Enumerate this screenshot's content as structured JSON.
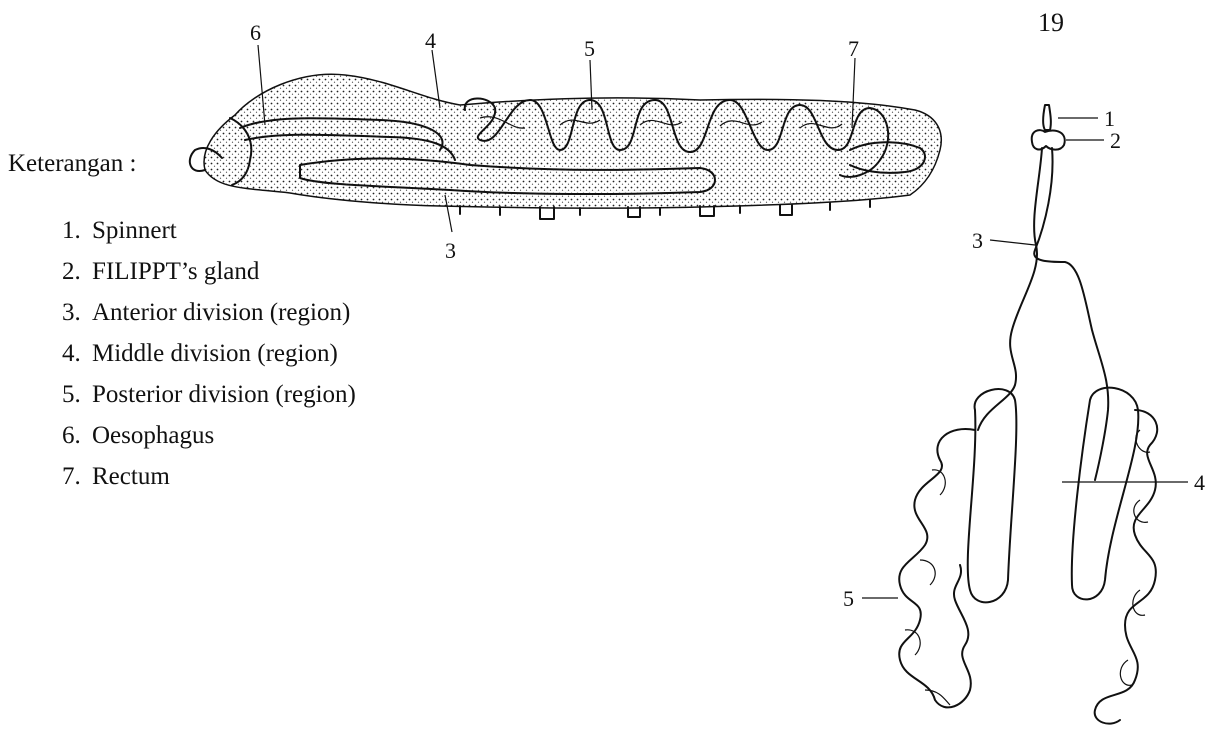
{
  "page_number": "19",
  "legend": {
    "title": "Keterangan :",
    "items": [
      {
        "num": "1.",
        "text": "Spinnert"
      },
      {
        "num": "2.",
        "text": "FILIPPT’s gland"
      },
      {
        "num": "3.",
        "text": "Anterior division (region)"
      },
      {
        "num": "4.",
        "text": "Middle division (region)"
      },
      {
        "num": "5.",
        "text": "Posterior division (region)"
      },
      {
        "num": "6.",
        "text": "Oesophagus"
      },
      {
        "num": "7.",
        "text": "Rectum"
      }
    ]
  },
  "larva_labels": {
    "l6": "6",
    "l4": "4",
    "l5": "5",
    "l7": "7",
    "l3": "3"
  },
  "gland_labels": {
    "l1": "1",
    "l2": "2",
    "l3": "3",
    "l4": "4",
    "l5": "5"
  }
}
